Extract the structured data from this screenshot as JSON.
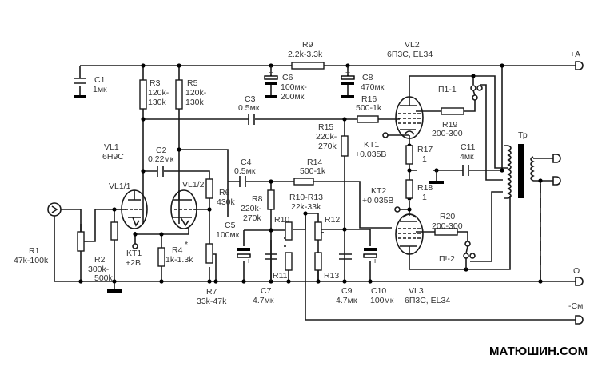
{
  "tubes": {
    "vl1": {
      "ref": "VL1",
      "type": "6Н9С",
      "half1": "VL1/1",
      "half2": "VL1/2"
    },
    "vl2": {
      "ref": "VL2",
      "type": "6П3С, EL34"
    },
    "vl3": {
      "ref": "VL3",
      "type": "6П3С, EL34"
    }
  },
  "resistors": {
    "r1": {
      "ref": "R1",
      "value": "47k-100k"
    },
    "r2": {
      "ref": "R2",
      "value1": "300k-",
      "value2": "500k"
    },
    "r3": {
      "ref": "R3",
      "value1": "120k-",
      "value2": "130k"
    },
    "r4": {
      "ref": "R4",
      "mark": "*",
      "value": "1k-1.3k"
    },
    "r5": {
      "ref": "R5",
      "value1": "120k-",
      "value2": "130k"
    },
    "r6": {
      "ref": "R6",
      "value": "430k"
    },
    "r7": {
      "ref": "R7",
      "value": "33k-47k"
    },
    "r8": {
      "ref": "R8",
      "value1": "220k-",
      "value2": "270k"
    },
    "r9": {
      "ref": "R9",
      "value": "2.2k-3.3k"
    },
    "r10": {
      "ref": "R10"
    },
    "r11": {
      "ref": "R11"
    },
    "r12": {
      "ref": "R12"
    },
    "r13": {
      "ref": "R13"
    },
    "r10_13": {
      "ref": "R10-R13",
      "value": "22k-33k"
    },
    "r14": {
      "ref": "R14",
      "value": "500-1k"
    },
    "r15": {
      "ref": "R15",
      "value1": "220k-",
      "value2": "270k"
    },
    "r16": {
      "ref": "R16",
      "value": "500-1k"
    },
    "r17": {
      "ref": "R17",
      "value": "1"
    },
    "r18": {
      "ref": "R18",
      "value": "1"
    },
    "r19": {
      "ref": "R19",
      "value": "200-300"
    },
    "r20": {
      "ref": "R20",
      "value": "200-300"
    }
  },
  "capacitors": {
    "c1": {
      "ref": "C1",
      "value": "1мк"
    },
    "c2": {
      "ref": "C2",
      "value": "0.22мк"
    },
    "c3": {
      "ref": "C3",
      "value": "0.5мк"
    },
    "c4": {
      "ref": "C4",
      "value": "0.5мк"
    },
    "c5": {
      "ref": "C5",
      "value": "100мк"
    },
    "c6": {
      "ref": "C6",
      "value1": "100мк-",
      "value2": "200мк"
    },
    "c7": {
      "ref": "C7",
      "value": "4.7мк"
    },
    "c8": {
      "ref": "C8",
      "value": "470мк"
    },
    "c9": {
      "ref": "C9",
      "value": "4.7мк"
    },
    "c10": {
      "ref": "C10",
      "value": "100мк"
    },
    "c11": {
      "ref": "C11",
      "value": "4мк"
    }
  },
  "test_points": {
    "kt1_in": {
      "ref": "KT1",
      "value": "+2В"
    },
    "kt1_out": {
      "ref": "KT1",
      "value": "+0.035В"
    },
    "kt2_out": {
      "ref": "KT2",
      "value": "+0.035В"
    }
  },
  "switches": {
    "p1_1": "П1-1",
    "p1_2": "П!-2"
  },
  "transformer": {
    "ref": "Тр"
  },
  "terminals": {
    "plus_a": "+А",
    "zero": "О",
    "minus_bias": "-См"
  },
  "plus_sign": "+",
  "watermark": "МАТЮШИН.COM"
}
